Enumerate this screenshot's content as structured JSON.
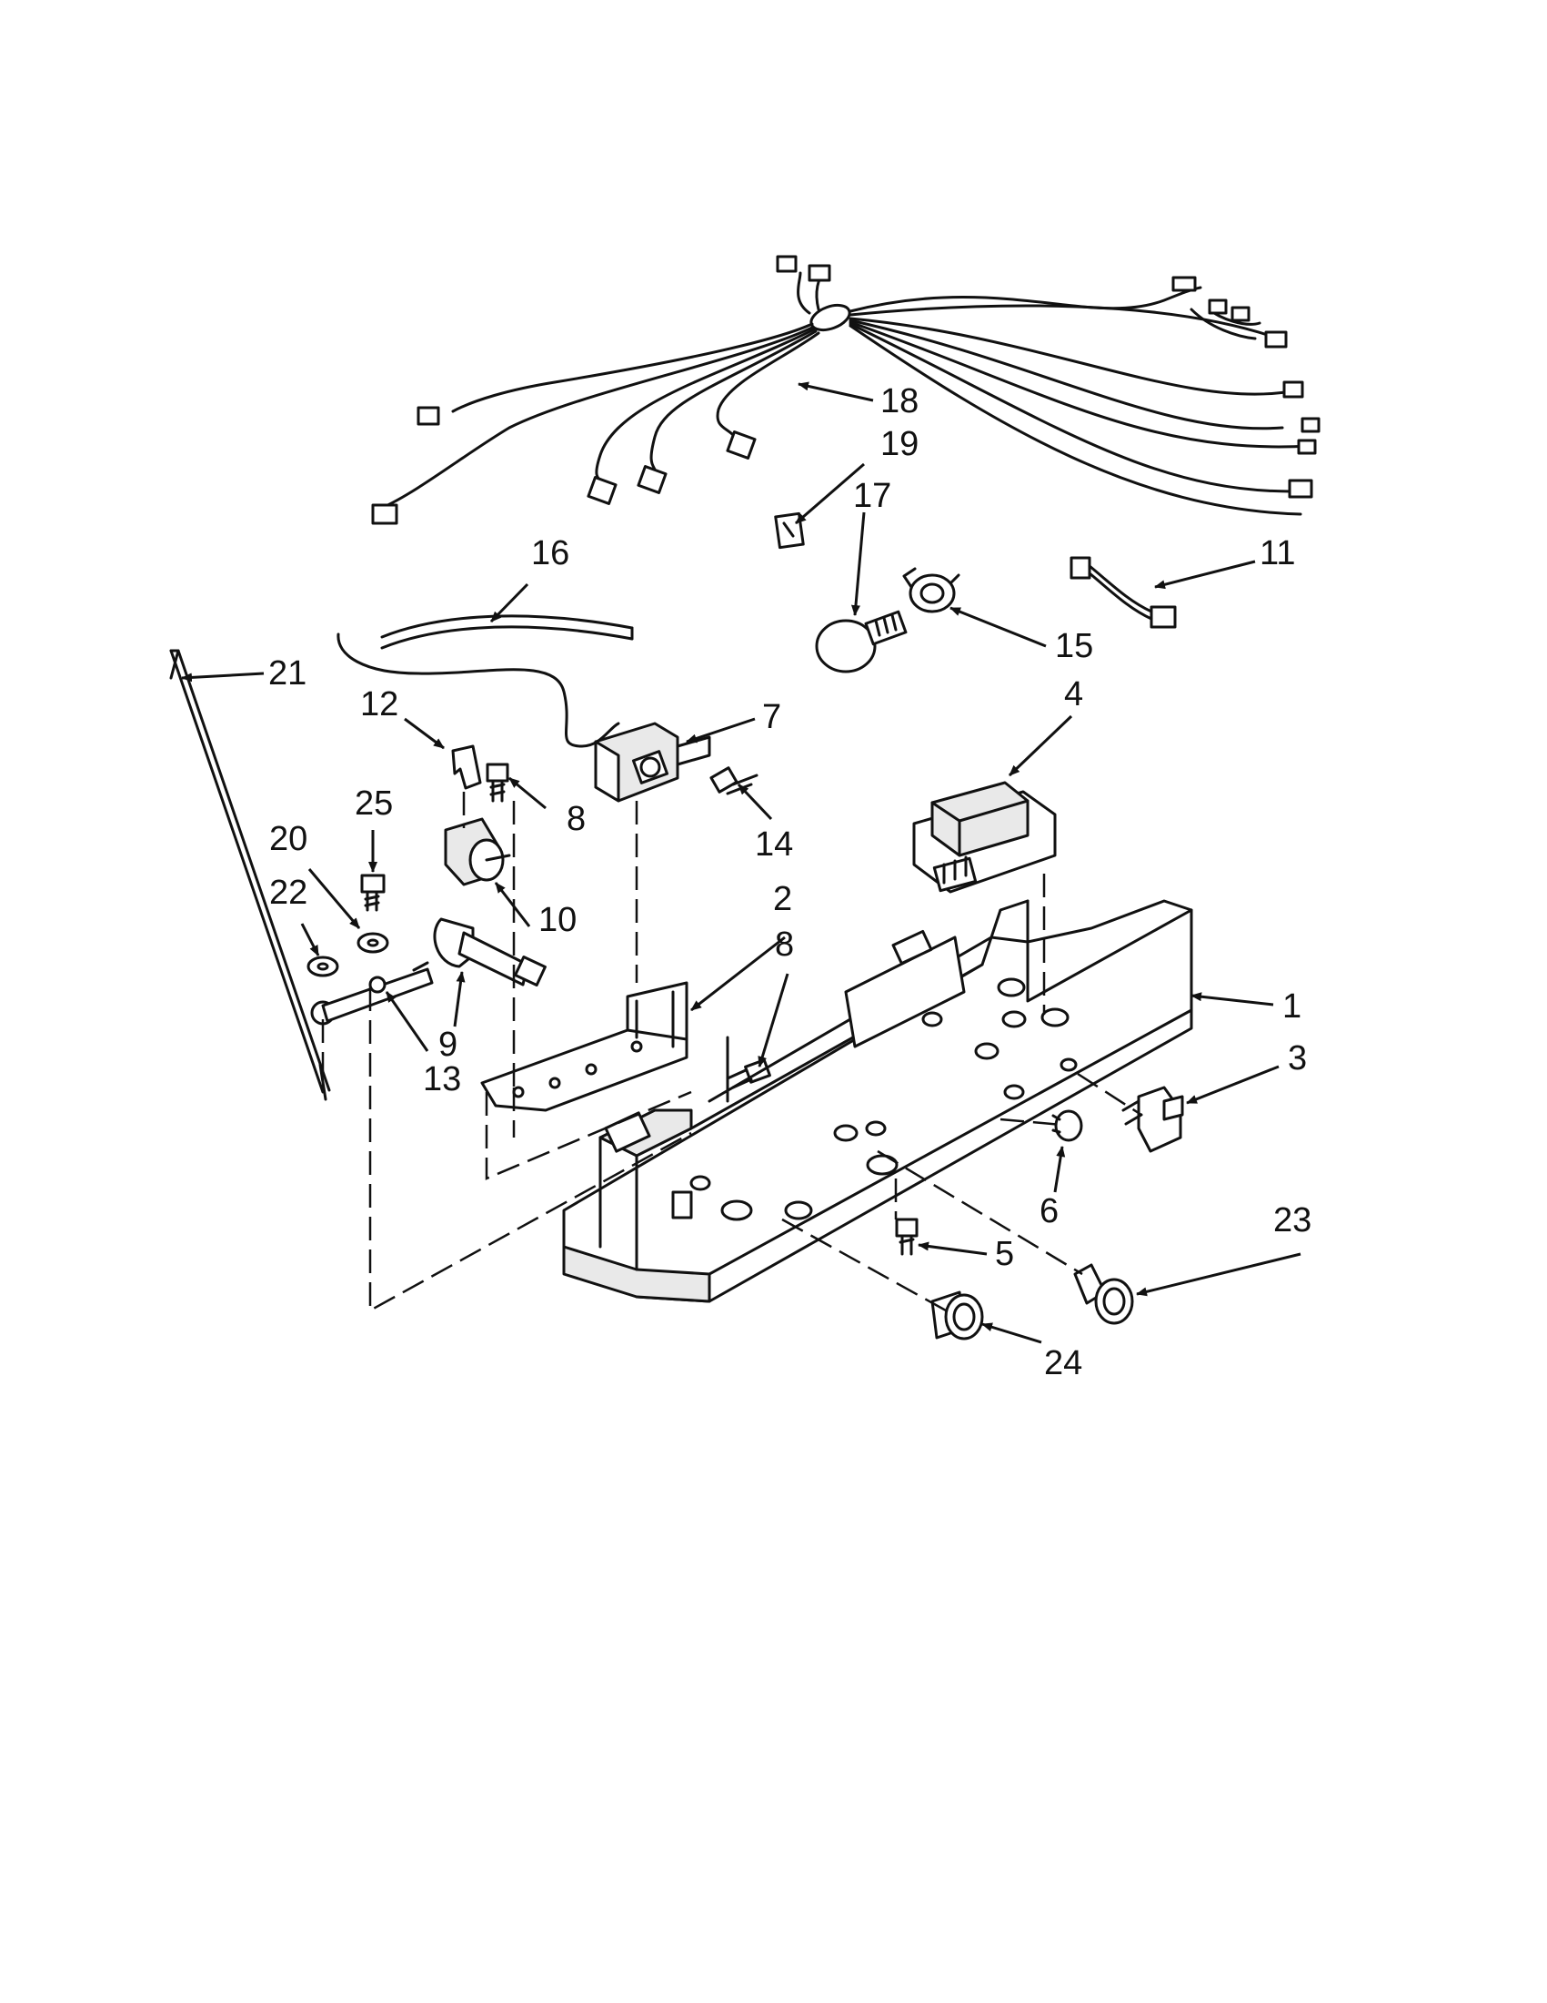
{
  "callouts": {
    "c1": "1",
    "c2": "2",
    "c3": "3",
    "c4": "4",
    "c5": "5",
    "c6": "6",
    "c7": "7",
    "c8a": "8",
    "c8b": "8",
    "c9": "9",
    "c10": "10",
    "c11": "11",
    "c12": "12",
    "c13": "13",
    "c14": "14",
    "c15": "15",
    "c16": "16",
    "c17": "17",
    "c18": "18",
    "c19": "19",
    "c20": "20",
    "c21": "21",
    "c22": "22",
    "c23": "23",
    "c24": "24",
    "c25": "25"
  },
  "colors": {
    "line": "#111111",
    "shade": "#e9e9e9",
    "background": "#ffffff"
  }
}
